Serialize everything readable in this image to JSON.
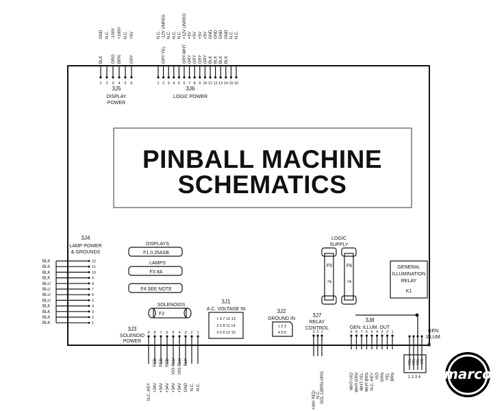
{
  "title_line1": "PINBALL MACHINE",
  "title_line2": "SCHEMATICS",
  "connectors": {
    "j5": {
      "id": "3J5",
      "name_line1": "DISPLAY",
      "name_line2": "POWER",
      "pins": [
        "1",
        "2",
        "3",
        "4",
        "5",
        "6"
      ],
      "signals": [
        "GND",
        "N.C.",
        "-100V",
        "+100V",
        "N.C.",
        "+5V"
      ],
      "wires": [
        "BLK",
        "",
        "ORG",
        "BRN",
        "",
        "GRY"
      ]
    },
    "j6": {
      "id": "3J6",
      "name": "LOGIC POWER",
      "pins": [
        "1",
        "2",
        "3",
        "4",
        "5",
        "6",
        "7",
        "8",
        "9",
        "10",
        "11",
        "12",
        "13",
        "14",
        "15",
        "16"
      ],
      "signals": [
        "N.C.",
        "-12V UNREG",
        "N.C.",
        "N.C.",
        "N.C.",
        "+12V UNREG",
        "+5V",
        "+5V",
        "+5V",
        "+5V",
        "GND",
        "GND",
        "GND",
        "GND",
        "N.C.",
        "N.C."
      ],
      "wires": [
        "",
        "GRY-YEL",
        "",
        "",
        "",
        "GRY-WHT",
        "GRY",
        "GRY",
        "GRY",
        "GRY",
        "BLK",
        "BLK",
        "BLK",
        "BLK",
        "",
        ""
      ]
    },
    "j4": {
      "id": "3J4",
      "name_line1": "LAMP POWER",
      "name_line2": "& GROUNDS",
      "pins": [
        "12",
        "11",
        "10",
        "9",
        "8",
        "7",
        "6",
        "5",
        "4",
        "3",
        "2",
        "1"
      ],
      "wires": [
        "BLK",
        "BLK",
        "BLK",
        "BLK",
        "BLU",
        "BLU",
        "BLU",
        "BLU",
        "BLK",
        "BLK",
        "BLK",
        "BLK"
      ]
    },
    "j3": {
      "id": "3J3",
      "name_line1": "SOLENOID",
      "name_line2": "POWER",
      "pins": [
        "9",
        "8",
        "7",
        "6",
        "5",
        "4",
        "3",
        "2",
        "1"
      ],
      "signals": [
        "N.C.-KEY",
        "+34V",
        "+34V",
        "+34V",
        "+34V",
        "+34V",
        "GND",
        "N.C.",
        "N.C."
      ],
      "wires": [
        "",
        "RED",
        "RED",
        "RED",
        "VIO-BLU",
        "VIO-BLU",
        "BLK",
        "",
        ""
      ]
    },
    "j1": {
      "id": "3J1",
      "name": "A.C. VOLTAGE IN",
      "pin_rows": [
        "1  4  7  10  13",
        "2  5  8  11  14",
        "3  6  9  12  15"
      ]
    },
    "j2": {
      "id": "3J2",
      "name": "GROUND IN",
      "pin_rows": [
        "1  2  3",
        "4  5  6"
      ]
    },
    "j7": {
      "id": "3J7",
      "name_line1": "RELAY",
      "name_line2": "CONTROL",
      "pins": [
        "3",
        "2",
        "1"
      ],
      "signals": [
        "+34V RED",
        "N.C.",
        "SOL.11"
      ],
      "wires": [
        "",
        "",
        "BRN-ORG"
      ]
    },
    "j8": {
      "id": "3J8",
      "name": "GEN. ILLUM. OUT",
      "pins": [
        "9",
        "8",
        "7",
        "6",
        "5",
        "4",
        "3",
        "2",
        "1"
      ],
      "signals": [
        "WHT-VIO",
        "WHT-GRN",
        "WHT-YEL",
        "WHT-BRN",
        "N.C.-KEY",
        "VIO",
        "GRN",
        "YEL",
        "BRN"
      ]
    }
  },
  "fuses": {
    "displays_label": "DISPLAYS",
    "f1_label": "F1  0.25ASB",
    "lamps_label": "LAMPS",
    "f3_label": "F3    8A",
    "f4_label": "F4  SEE NOTE",
    "solenoids_label": "SOLENOIDS",
    "f2_label": "F2",
    "logic_supply_line1": "LOGIC",
    "logic_supply_line2": "SUPPLY",
    "f5_label": "F5",
    "f6_label": "F6",
    "f5_rating": "7A",
    "f6_rating": "7A"
  },
  "relay": {
    "line1": "GENERAL",
    "line2": "ILLUMINATION",
    "line3": "RELAY",
    "line4": "K1"
  },
  "gen_illum": {
    "line1": "GEN.",
    "line2": "ILLUM.",
    "wires": [
      "YEL",
      "YEL",
      "YEL",
      "VIO"
    ],
    "pins": "1  2  3  4",
    "n_label": "N"
  },
  "logo": {
    "text": "marco",
    "color": "#000000",
    "accent": "#ffffff"
  }
}
